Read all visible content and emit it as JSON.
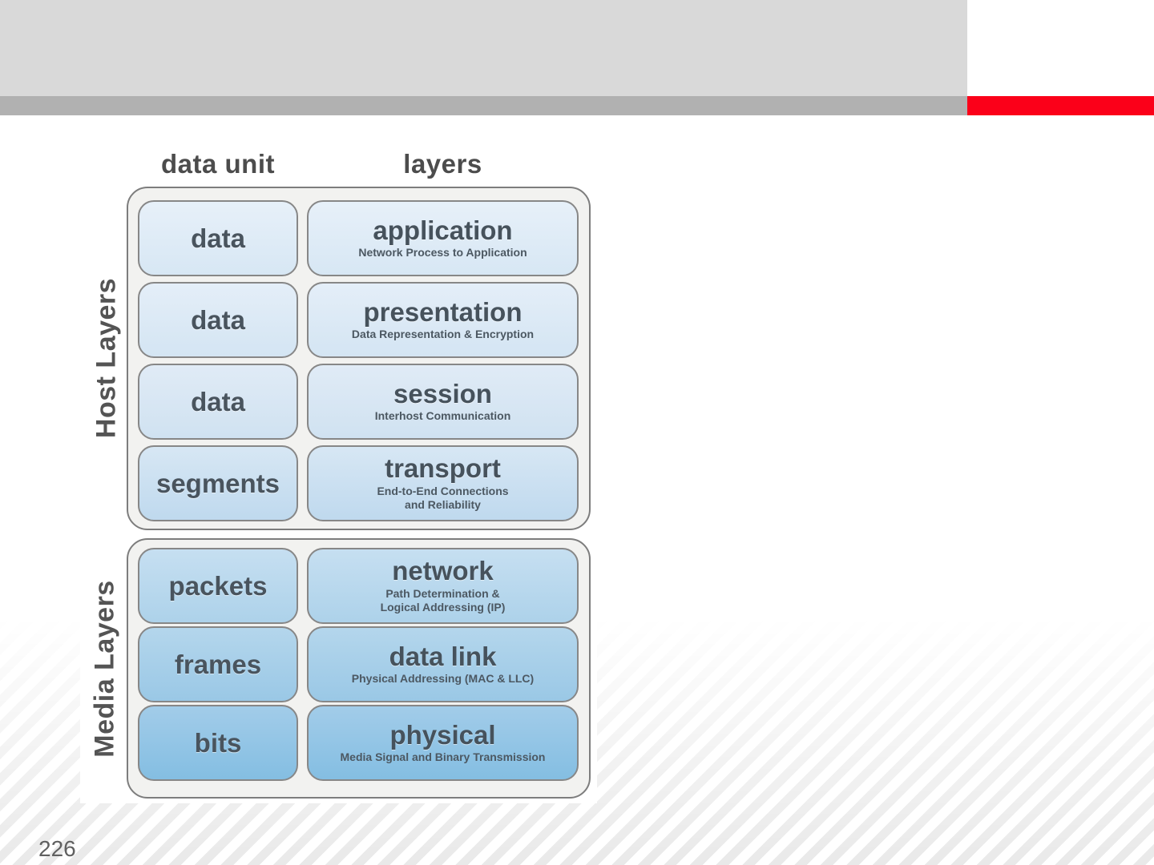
{
  "slide": {
    "page_number": "226",
    "colors": {
      "header_block": "#d9d9d9",
      "header_band": "#b1b1b1",
      "accent_red": "#fb0019",
      "stripe_gray": "#e9e9e9"
    }
  },
  "diagram": {
    "column_headers": {
      "data_unit": "data unit",
      "layers": "layers"
    },
    "groups": [
      {
        "label": "Host Layers",
        "rows": [
          {
            "data_unit": "data",
            "layer": "application",
            "desc_lines": [
              "Network Process to Application"
            ]
          },
          {
            "data_unit": "data",
            "layer": "presentation",
            "desc_lines": [
              "Data Representation & Encryption"
            ]
          },
          {
            "data_unit": "data",
            "layer": "session",
            "desc_lines": [
              "Interhost Communication"
            ]
          },
          {
            "data_unit": "segments",
            "layer": "transport",
            "desc_lines": [
              "End-to-End Connections",
              "and Reliability"
            ]
          }
        ]
      },
      {
        "label": "Media Layers",
        "rows": [
          {
            "data_unit": "packets",
            "layer": "network",
            "desc_lines": [
              "Path Determination &",
              "Logical Addressing (IP)"
            ]
          },
          {
            "data_unit": "frames",
            "layer": "data link",
            "desc_lines": [
              "Physical Addressing (MAC & LLC)"
            ]
          },
          {
            "data_unit": "bits",
            "layer": "physical",
            "desc_lines": [
              "Media Signal and Binary Transmission"
            ]
          }
        ]
      }
    ]
  }
}
